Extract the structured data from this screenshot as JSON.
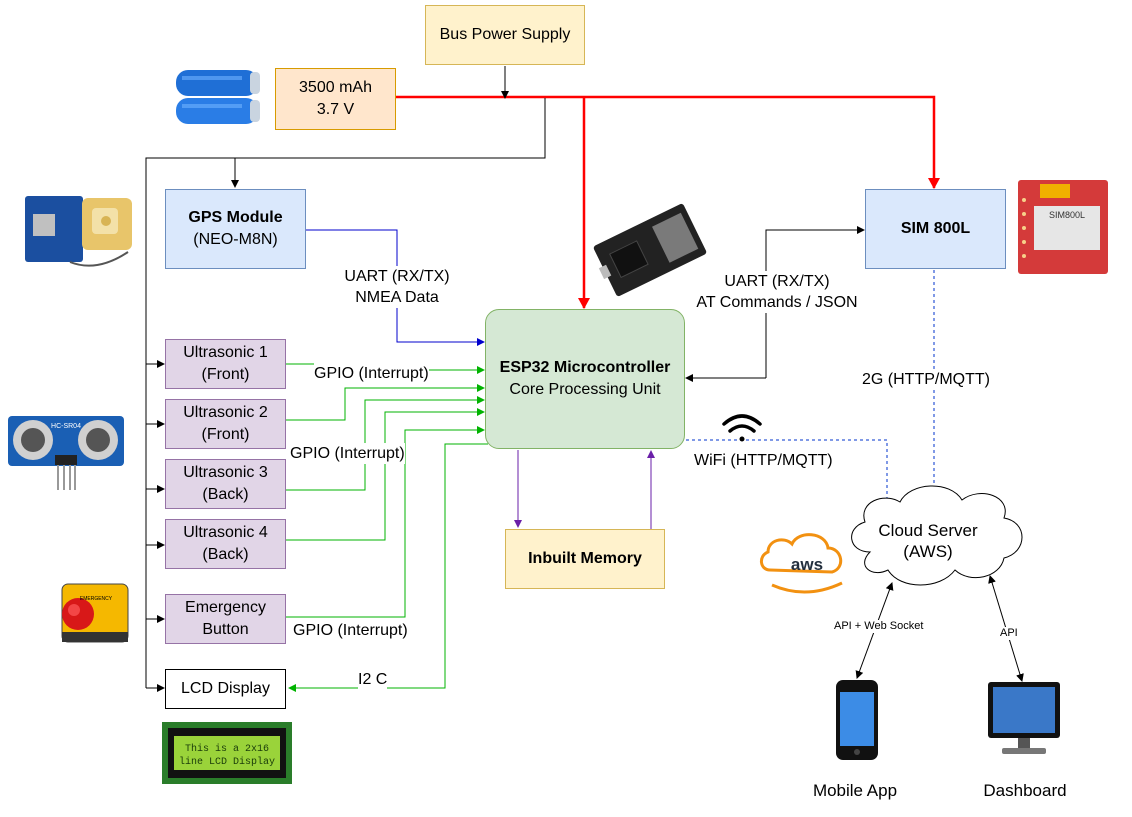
{
  "nodes": {
    "bus_power": {
      "text": "Bus Power Supply"
    },
    "battery": {
      "line1": "3500 mAh",
      "line2": "3.7 V"
    },
    "gps": {
      "title": "GPS Module",
      "subtitle": "(NEO-M8N)"
    },
    "sim": {
      "title": "SIM 800L"
    },
    "esp32": {
      "title": "ESP32 Microcontroller",
      "subtitle": "Core Processing Unit"
    },
    "ultrasonic1": {
      "line1": "Ultrasonic 1",
      "line2": "(Front)"
    },
    "ultrasonic2": {
      "line1": "Ultrasonic 2",
      "line2": "(Front)"
    },
    "ultrasonic3": {
      "line1": "Ultrasonic 3",
      "line2": "(Back)"
    },
    "ultrasonic4": {
      "line1": "Ultrasonic 4",
      "line2": "(Back)"
    },
    "emergency": {
      "line1": "Emergency",
      "line2": "Button"
    },
    "lcd": {
      "text": "LCD Display"
    },
    "memory": {
      "text": "Inbuilt Memory"
    },
    "cloud": {
      "line1": "Cloud Server",
      "line2": "(AWS)"
    },
    "mobile": {
      "text": "Mobile App"
    },
    "dashboard": {
      "text": "Dashboard"
    }
  },
  "edge_labels": {
    "gps_uart": {
      "line1": "UART (RX/TX)",
      "line2": "NMEA Data"
    },
    "sim_uart": {
      "line1": "UART (RX/TX)",
      "line2": "AT Commands / JSON"
    },
    "gpio_1": "GPIO (Interrupt)",
    "gpio_2": "GPIO (Interrupt)",
    "gpio_3": "GPIO (Interrupt)",
    "i2c": "I2 C",
    "wifi": "WiFi (HTTP/MQTT)",
    "gsm": "2G (HTTP/MQTT)",
    "api_ws": "API + Web Socket",
    "api": "API"
  },
  "images": {
    "lcd_text1": "This is a 2x16",
    "lcd_text2": "line LCD Display",
    "sim_chip": "SIM800L",
    "aws": "aws",
    "button_text": "EMERGENCY",
    "sensor_label": "HC-SR04"
  },
  "colors": {
    "power": "#ff0000",
    "data": "#000000",
    "uart": "#0000cc",
    "gpio": "#00b300",
    "memory": "#6a1fa8",
    "wireless": "#0033cc"
  }
}
